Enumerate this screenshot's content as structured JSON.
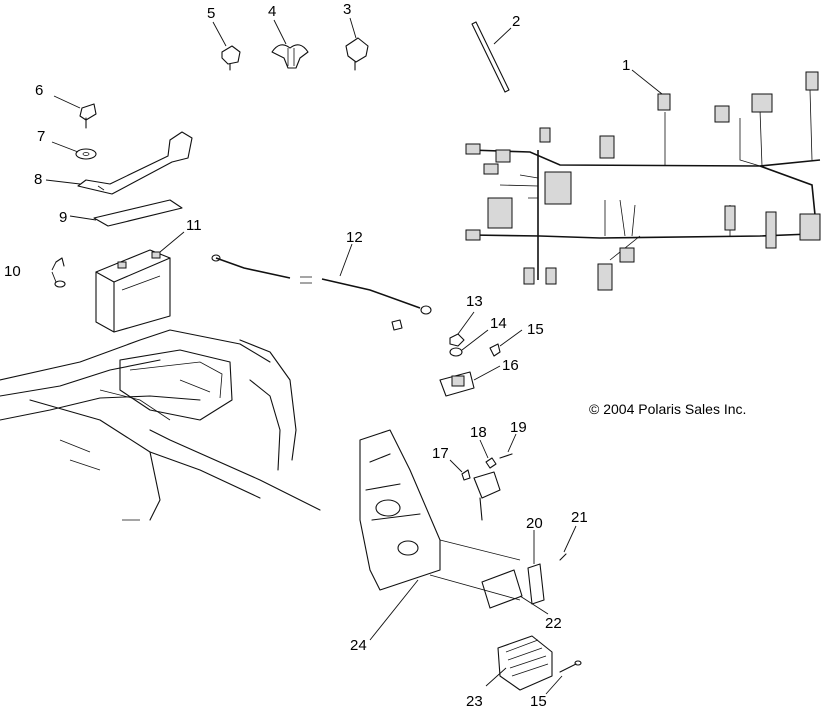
{
  "copyright": "© 2004 Polaris Sales Inc.",
  "callouts": [
    {
      "id": "1",
      "text": "1"
    },
    {
      "id": "2",
      "text": "2"
    },
    {
      "id": "3",
      "text": "3"
    },
    {
      "id": "4",
      "text": "4"
    },
    {
      "id": "5",
      "text": "5"
    },
    {
      "id": "6",
      "text": "6"
    },
    {
      "id": "7",
      "text": "7"
    },
    {
      "id": "8",
      "text": "8"
    },
    {
      "id": "9",
      "text": "9"
    },
    {
      "id": "10",
      "text": "10"
    },
    {
      "id": "11",
      "text": "11"
    },
    {
      "id": "12",
      "text": "12"
    },
    {
      "id": "13",
      "text": "13"
    },
    {
      "id": "14",
      "text": "14"
    },
    {
      "id": "15a",
      "text": "15"
    },
    {
      "id": "16",
      "text": "16"
    },
    {
      "id": "17",
      "text": "17"
    },
    {
      "id": "18",
      "text": "18"
    },
    {
      "id": "19",
      "text": "19"
    },
    {
      "id": "20",
      "text": "20"
    },
    {
      "id": "21",
      "text": "21"
    },
    {
      "id": "22",
      "text": "22"
    },
    {
      "id": "23",
      "text": "23"
    },
    {
      "id": "24",
      "text": "24"
    },
    {
      "id": "15b",
      "text": "15"
    }
  ]
}
